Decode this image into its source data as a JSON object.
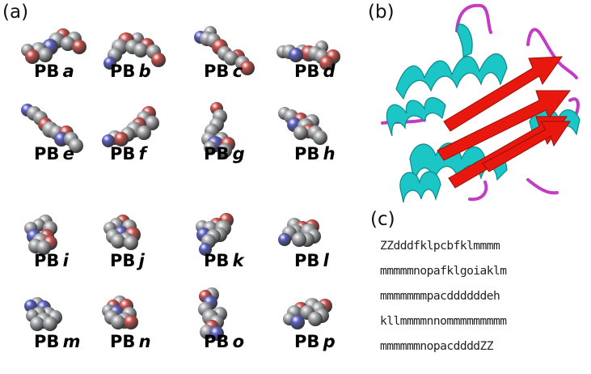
{
  "panels": {
    "a": "(a)",
    "b": "(b)",
    "c": "(c)"
  },
  "blocks": [
    {
      "prefix": "PB",
      "letter": "a"
    },
    {
      "prefix": "PB",
      "letter": "b"
    },
    {
      "prefix": "PB",
      "letter": "c"
    },
    {
      "prefix": "PB",
      "letter": "d"
    },
    {
      "prefix": "PB",
      "letter": "e"
    },
    {
      "prefix": "PB",
      "letter": "f"
    },
    {
      "prefix": "PB",
      "letter": "g"
    },
    {
      "prefix": "PB",
      "letter": "h"
    },
    {
      "prefix": "PB",
      "letter": "i"
    },
    {
      "prefix": "PB",
      "letter": "j"
    },
    {
      "prefix": "PB",
      "letter": "k"
    },
    {
      "prefix": "PB",
      "letter": "l"
    },
    {
      "prefix": "PB",
      "letter": "m"
    },
    {
      "prefix": "PB",
      "letter": "n"
    },
    {
      "prefix": "PB",
      "letter": "o"
    },
    {
      "prefix": "PB",
      "letter": "p"
    }
  ],
  "sequence_lines": [
    "ZZdddfklpcbfklmmmm",
    "mmmmmnopafklgoiaklm",
    "mmmmmmmpacddddddeh",
    "kllmmmmnnommmmmmmmm",
    "mmmmmmnopacddddZZ"
  ],
  "colors": {
    "carbon": "#a7a9ac",
    "oxygen": "#c8504c",
    "nitrogen": "#5a5fc0",
    "helix": "#1cc6c6",
    "strand": "#e8180f",
    "loop": "#c43cc4"
  }
}
